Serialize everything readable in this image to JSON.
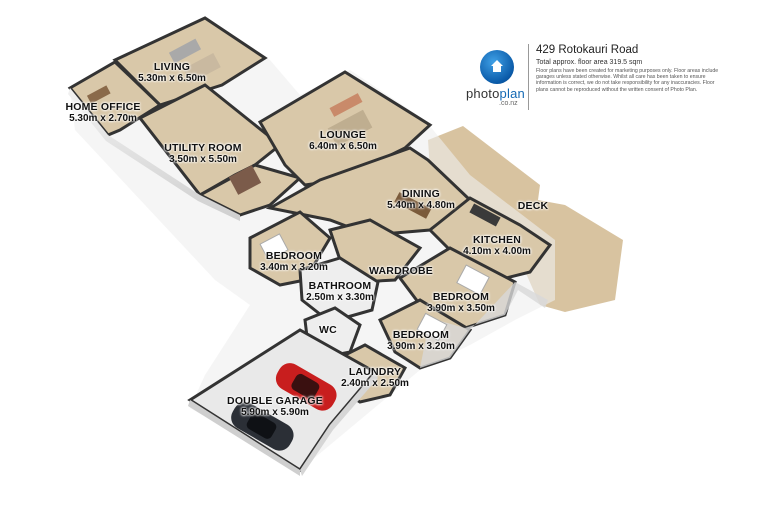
{
  "header": {
    "logo_word_a": "photo",
    "logo_word_b": "plan",
    "logo_sub": ".co.nz",
    "address": "429 Rotokauri Road",
    "area_text": "Total approx. floor area 319.5 sqm",
    "disclaimer": "Floor plans have been created for marketing purposes only. Floor areas include garages unless stated otherwise. Whilst all care has been taken to ensure information is correct, we do not take responsibility for any inaccuracies. Floor plans cannot be reproduced without the written consent of Photo Plan."
  },
  "rooms": {
    "living": {
      "name": "LIVING",
      "dims": "5.30m x 6.50m"
    },
    "home_office": {
      "name": "HOME OFFICE",
      "dims": "5.30m x 2.70m"
    },
    "utility": {
      "name": "UTILITY ROOM",
      "dims": "3.50m x 5.50m"
    },
    "lounge": {
      "name": "LOUNGE",
      "dims": "6.40m x 6.50m"
    },
    "dining": {
      "name": "DINING",
      "dims": "5.40m x 4.80m"
    },
    "deck": {
      "name": "DECK"
    },
    "kitchen": {
      "name": "KITCHEN",
      "dims": "4.10m x 4.00m"
    },
    "bedroom1": {
      "name": "BEDROOM",
      "dims": "3.40m x 3.20m"
    },
    "wardrobe": {
      "name": "WARDROBE"
    },
    "bathroom": {
      "name": "BATHROOM",
      "dims": "2.50m x 3.30m"
    },
    "bedroom2": {
      "name": "BEDROOM",
      "dims": "3.90m x 3.50m"
    },
    "wc": {
      "name": "WC"
    },
    "bedroom3": {
      "name": "BEDROOM",
      "dims": "3.90m x 3.20m"
    },
    "laundry": {
      "name": "LAUNDRY",
      "dims": "2.40m x 2.50m"
    },
    "garage": {
      "name": "DOUBLE GARAGE",
      "dims": "5.90m x 5.90m"
    }
  },
  "colors": {
    "floor": "#d9c8a9",
    "deck": "#d8c3a0",
    "wall_top": "#3a3a3a",
    "wall_side": "#dedede",
    "garage_floor": "#e9e9e9",
    "brand_blue": "#1469b4",
    "car_red": "#c81e1e",
    "car_dark": "#2b2f36"
  }
}
